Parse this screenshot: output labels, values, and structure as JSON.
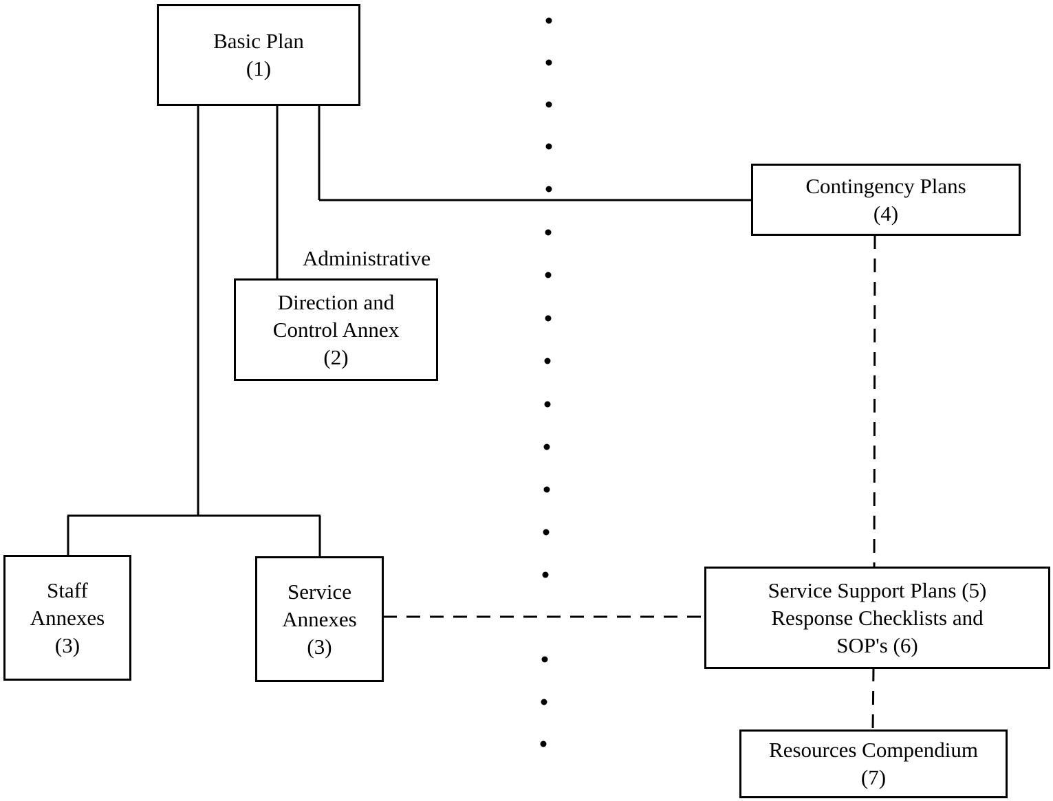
{
  "diagram": {
    "basic_plan": {
      "title": "Basic Plan",
      "number": "(1)"
    },
    "contingency_plans": {
      "title": "Contingency Plans",
      "number": "(4)"
    },
    "administrative_label": "Administrative",
    "direction_control": {
      "line1": "Direction and",
      "line2": "Control Annex",
      "number": "(2)"
    },
    "staff_annexes": {
      "line1": "Staff",
      "line2": "Annexes",
      "number": "(3)"
    },
    "service_annexes": {
      "line1": "Service",
      "line2": "Annexes",
      "number": "(3)"
    },
    "service_support": {
      "line1": "Service Support Plans (5)",
      "line2": "Response Checklists and",
      "line3": "SOP's (6)"
    },
    "resources_compendium": {
      "title": "Resources Compendium",
      "number": "(7)"
    }
  }
}
